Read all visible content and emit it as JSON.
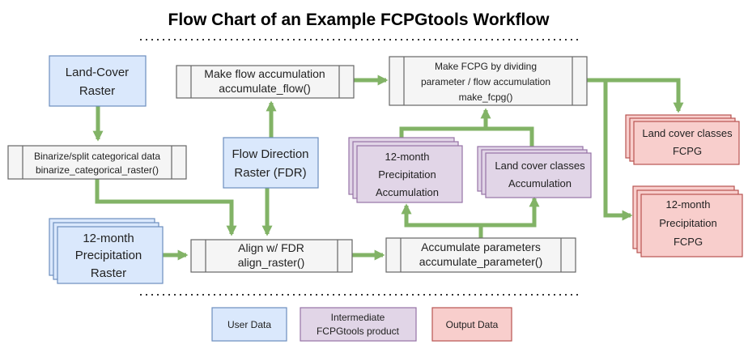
{
  "title": "Flow Chart of an Example FCPGtools Workflow",
  "colors": {
    "user_fill": "#dae8fc",
    "user_stroke": "#6c8ebf",
    "intermediate_fill": "#e1d5e7",
    "intermediate_stroke": "#9673a6",
    "output_fill": "#f8cecc",
    "output_stroke": "#b85450",
    "process_fill": "#f5f5f5",
    "process_stroke": "#666666",
    "arrow": "#82b366"
  },
  "nodes": {
    "land_cover_raster": {
      "line1": "Land-Cover",
      "line2": "Raster"
    },
    "binarize": {
      "line1": "Binarize/split categorical data",
      "line2": "binarize_categorical_raster()"
    },
    "precip_raster": {
      "line1": "12-month",
      "line2": "Precipitation",
      "line3": "Raster"
    },
    "flow_dir": {
      "line1": "Flow Direction",
      "line2": "Raster (FDR)"
    },
    "make_flow_accum": {
      "line1": "Make flow accumulation",
      "line2": "accumulate_flow()"
    },
    "align": {
      "line1": "Align w/ FDR",
      "line2": "align_raster()"
    },
    "accum_params": {
      "line1": "Accumulate parameters",
      "line2": "accumulate_parameter()"
    },
    "make_fcpg": {
      "line1": "Make FCPG by dividing",
      "line2": "parameter / flow accumulation",
      "line3": "make_fcpg()"
    },
    "precip_accum": {
      "line1": "12-month",
      "line2": "Precipitation",
      "line3": "Accumulation"
    },
    "landcover_accum": {
      "line1": "Land cover classes",
      "line2": "Accumulation"
    },
    "landcover_fcpg": {
      "line1": "Land cover classes",
      "line2": "FCPG"
    },
    "precip_fcpg": {
      "line1": "12-month",
      "line2": "Precipitation",
      "line3": "FCPG"
    }
  },
  "legend": {
    "user": "User Data",
    "intermediate_line1": "Intermediate",
    "intermediate_line2": "FCPGtools product",
    "output": "Output Data"
  }
}
